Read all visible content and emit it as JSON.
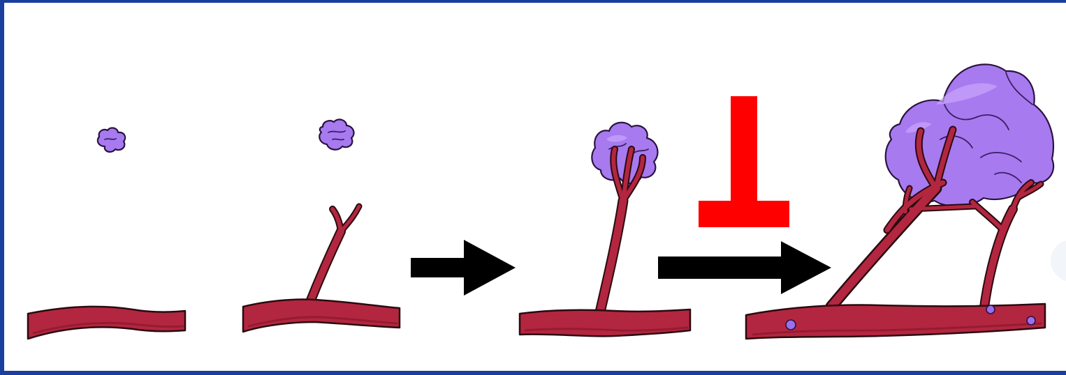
{
  "colors": {
    "border": "#1a3f9e",
    "vessel": "#b3263f",
    "vessel_outline": "#2a0a10",
    "tumor": "#a77af0",
    "arrow": "#000000",
    "inhibitor": "#ff0000"
  },
  "stages": [
    {
      "id": 1,
      "depicts": "small-tumor-and-vessel"
    },
    {
      "id": 2,
      "depicts": "vessel-sprouting"
    },
    {
      "id": 3,
      "depicts": "vascularized-tumor"
    },
    {
      "id": 4,
      "depicts": "large-vascularized-tumor"
    }
  ],
  "symbols": {
    "arrows": [
      "arrow-right-icon",
      "arrow-right-icon"
    ],
    "inhibitor": "inhibition-t-bar-icon"
  }
}
